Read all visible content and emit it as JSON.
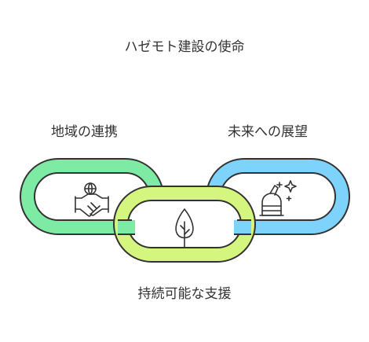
{
  "title": "ハゼモト建設の使命",
  "links": [
    {
      "label": "地域の連携",
      "icon": "handshake-globe-icon",
      "fill": "#7EEBA5",
      "stroke": "#333333"
    },
    {
      "label": "未来への展望",
      "icon": "observatory-sparkle-icon",
      "fill": "#7DD3FC",
      "stroke": "#333333"
    },
    {
      "label": "持続可能な支援",
      "icon": "sapling-icon",
      "fill": "#D4F57E",
      "stroke": "#333333"
    }
  ],
  "colors": {
    "background": "#FFFFFF",
    "inner": "#FFFFFF",
    "text": "#333333"
  }
}
